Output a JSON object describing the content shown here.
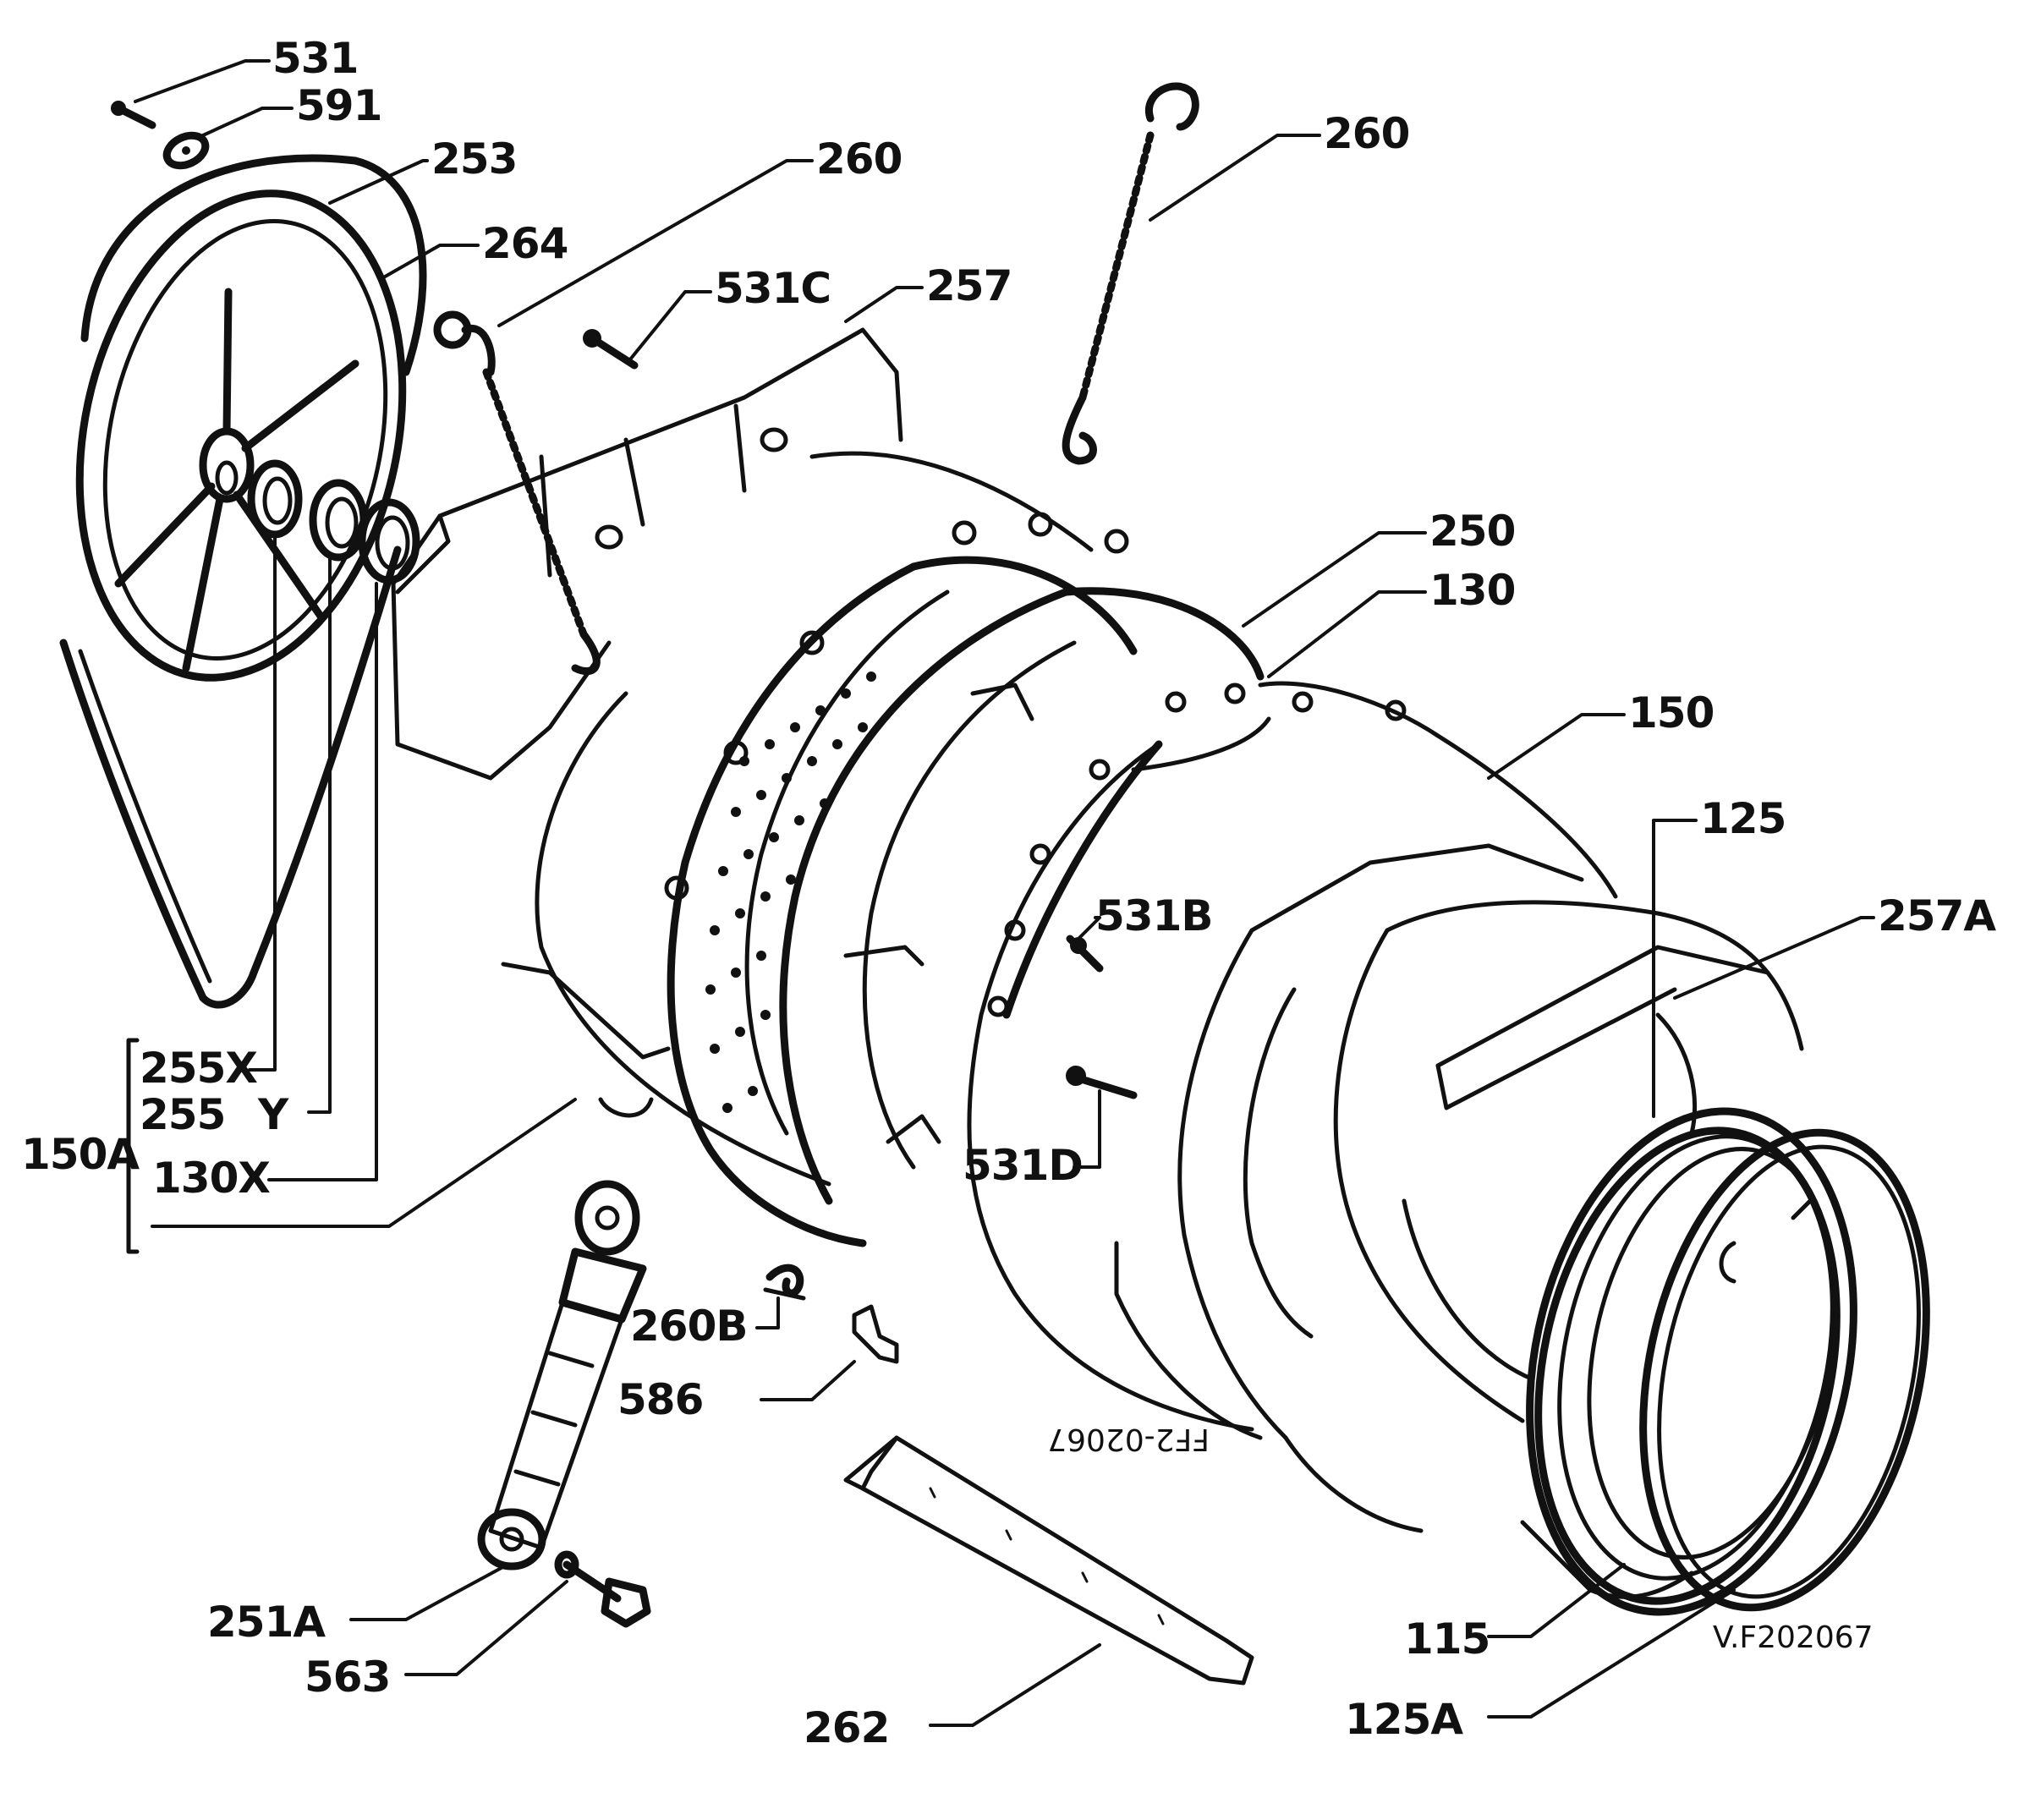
{
  "diagram": {
    "drawing_ref": "V.F202067",
    "stamp_text": "FF2-02067",
    "parts": {
      "p531": "531",
      "p591": "591",
      "p253": "253",
      "p264": "264",
      "p260_left": "260",
      "p531c": "531C",
      "p257": "257",
      "p260_right": "260",
      "p250": "250",
      "p130": "130",
      "p150": "150",
      "p125": "125",
      "p257a": "257A",
      "p531b": "531B",
      "p531d": "531D",
      "p255x": "255X",
      "p255y_a": "255",
      "p255y_b": "Y",
      "p150a": "150A",
      "p130x": "130X",
      "p260b": "260B",
      "p586": "586",
      "p251a": "251A",
      "p563": "563",
      "p262": "262",
      "p115": "115",
      "p125a": "125A"
    }
  }
}
